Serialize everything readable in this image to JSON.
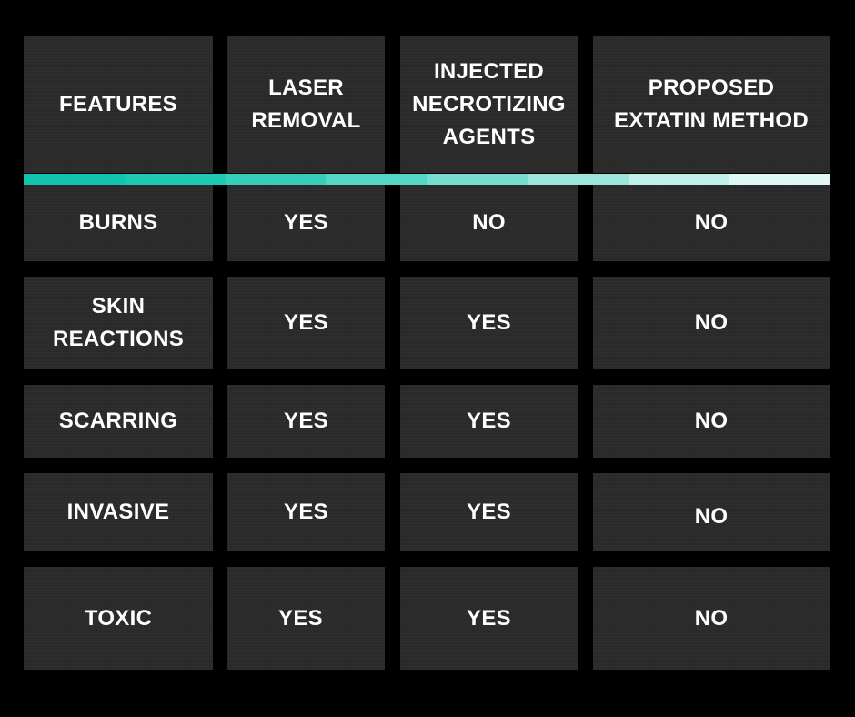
{
  "header": {
    "col1": [
      "FEATURES"
    ],
    "col2": [
      "LASER",
      "REMOVAL"
    ],
    "col3": [
      "INJECTED",
      "NECROTIZING",
      "AGENTS"
    ],
    "col4": [
      "PROPOSED",
      "EXTATIN METHOD"
    ]
  },
  "rows": [
    {
      "feature": [
        "BURNS"
      ],
      "laser": "YES",
      "injected": "NO",
      "extatin": "NO"
    },
    {
      "feature": [
        "SKIN",
        "REACTIONS"
      ],
      "laser": "YES",
      "injected": "YES",
      "extatin": "NO"
    },
    {
      "feature": [
        "SCARRING"
      ],
      "laser": "YES",
      "injected": "YES",
      "extatin": "NO"
    },
    {
      "feature": [
        "INVASIVE"
      ],
      "laser": "YES",
      "injected": "YES",
      "extatin": "NO"
    },
    {
      "feature": [
        "TOXIC"
      ],
      "laser": "YES",
      "injected": "YES",
      "extatin": "NO"
    }
  ],
  "colors": {
    "background": "#000000",
    "cell": "#2b2b2b",
    "text": "#ffffff",
    "divider_gradient": [
      "#11c4ad",
      "#1fc8b3",
      "#36cdb9",
      "#55d6c4",
      "#77ddce",
      "#9be6db",
      "#bff0e9",
      "#e0f8f4"
    ]
  }
}
